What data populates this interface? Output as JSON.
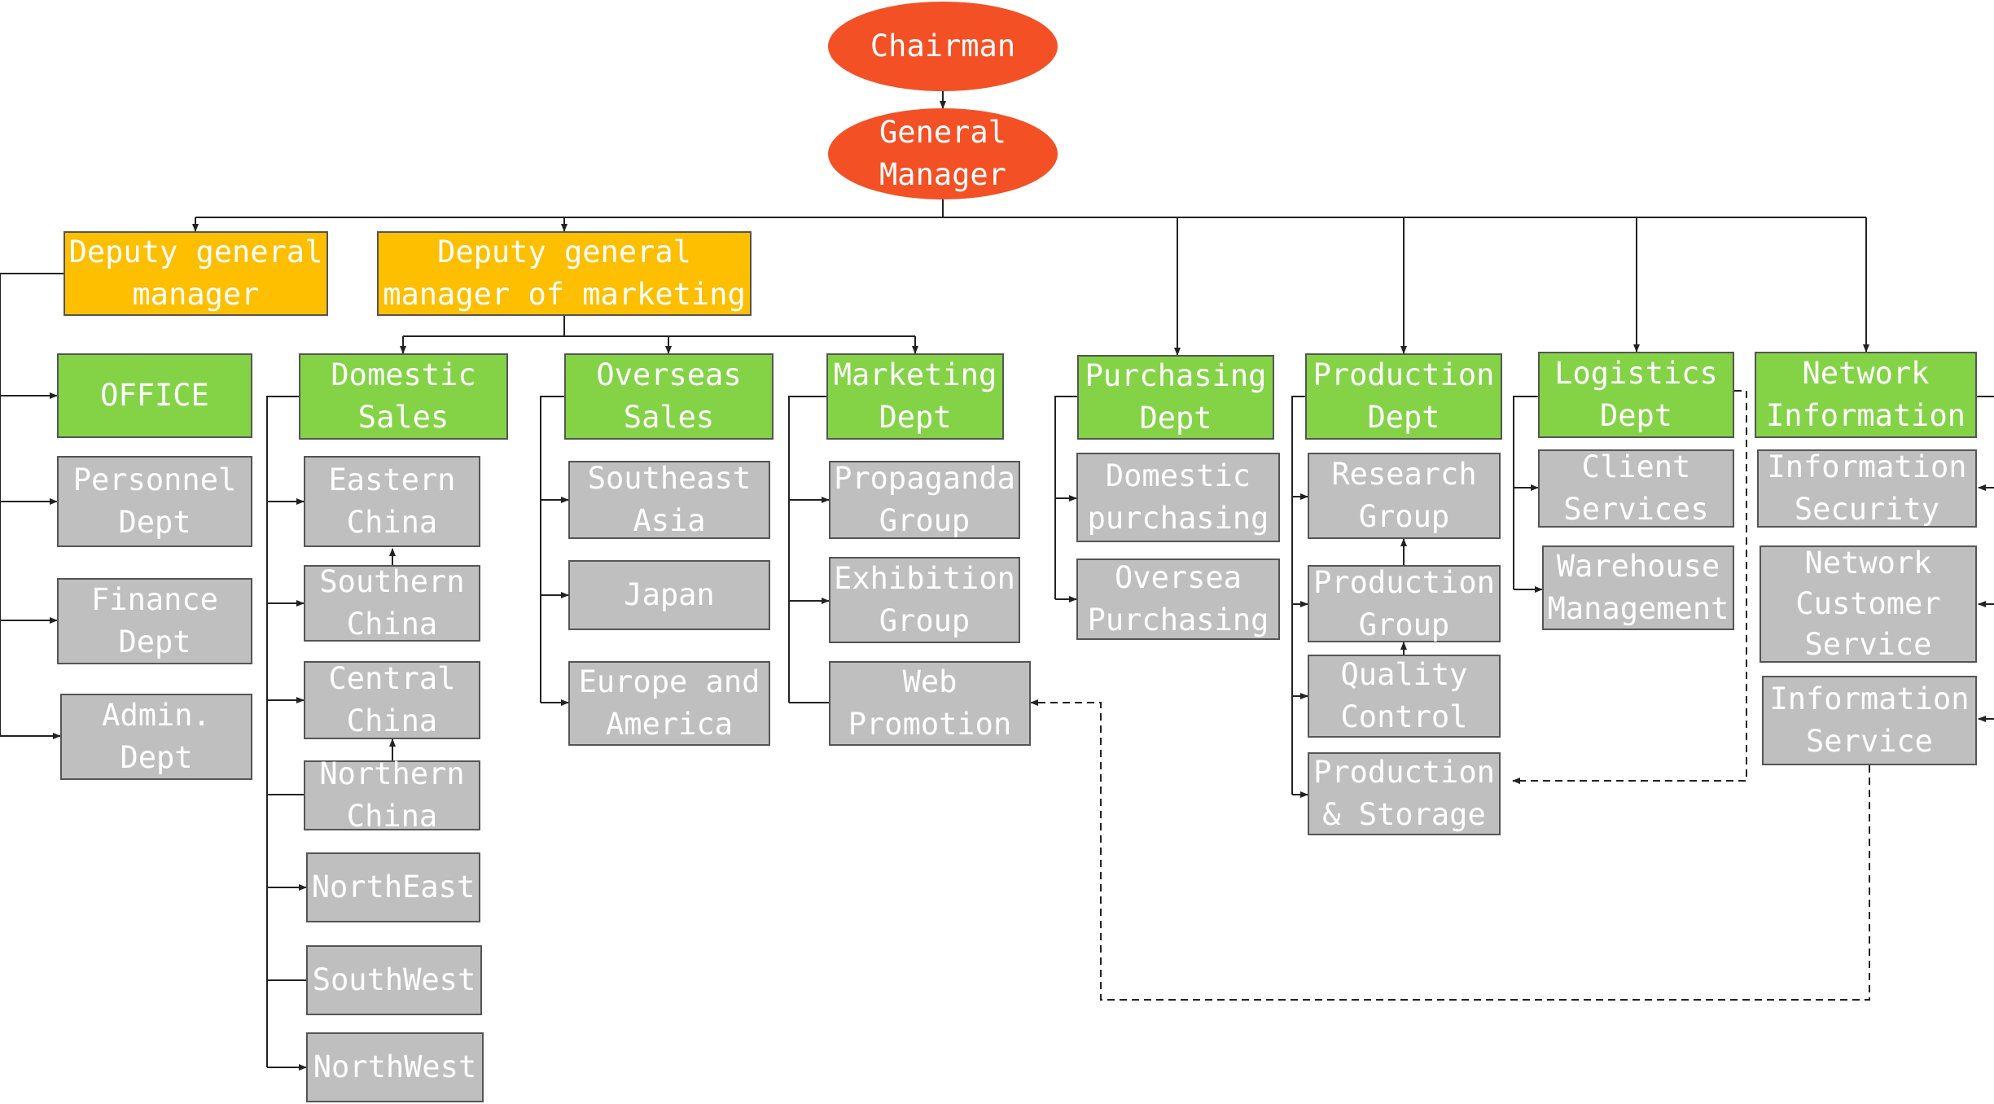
{
  "colors": {
    "executive": "#f35125",
    "deputy": "#fdbf00",
    "department": "#84d347",
    "unit": "#bfbfbf",
    "text": "#ffffff",
    "line": "#222222"
  },
  "nodes": {
    "chairman": "Chairman",
    "general_manager": "General\nManager",
    "deputy_gm": "Deputy general\nmanager",
    "deputy_gm_marketing": "Deputy general\nmanager of marketing",
    "office": "OFFICE",
    "personnel_dept": "Personnel\nDept",
    "finance_dept": "Finance\nDept",
    "admin_dept": "Admin.\nDept",
    "domestic_sales": "Domestic\nSales",
    "eastern_china": "Eastern\nChina",
    "southern_china": "Southern\nChina",
    "central_china": "Central\nChina",
    "northern_china": "Northern\nChina",
    "northeast": "NorthEast",
    "southwest": "SouthWest",
    "northwest": "NorthWest",
    "overseas_sales": "Overseas\nSales",
    "southeast_asia": "Southeast\nAsia",
    "japan": "Japan",
    "europe_america": "Europe and\nAmerica",
    "marketing_dept": "Marketing\nDept",
    "propaganda_group": "Propaganda\nGroup",
    "exhibition_group": "Exhibition\nGroup",
    "web_promotion": "Web\nPromotion",
    "purchasing_dept": "Purchasing\nDept",
    "domestic_purchasing": "Domestic\npurchasing",
    "oversea_purchasing": "Oversea\nPurchasing",
    "production_dept": "Production\nDept",
    "research_group": "Research\nGroup",
    "production_group": "Production\nGroup",
    "quality_control": "Quality\nControl",
    "production_storage": "Production\n& Storage",
    "logistics_dept": "Logistics\nDept",
    "client_services": "Client\nServices",
    "warehouse_management": "Warehouse\nManagement",
    "network_information": "Network\nInformation",
    "information_security": "Information\nSecurity",
    "network_customer_service": "Network\nCustomer\nService",
    "information_service": "Information\nService"
  }
}
